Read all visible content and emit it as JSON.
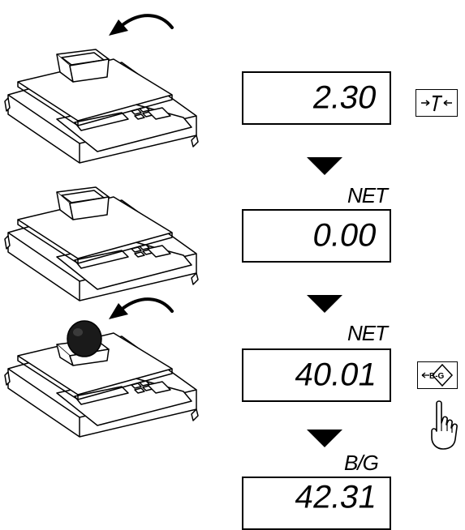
{
  "steps": [
    {
      "label": "",
      "value": "2.30",
      "key": "tare-key"
    },
    {
      "label": "NET",
      "value": "0.00",
      "key": ""
    },
    {
      "label": "NET",
      "value": "40.01",
      "key": "gross-net-key"
    },
    {
      "label": "B/G",
      "value": "42.31",
      "key": ""
    }
  ],
  "keys": {
    "tare": {
      "icon": "tare-key-icon"
    },
    "gross_net": {
      "icon": "gross-net-key-icon",
      "text": "B-G"
    }
  },
  "icons": [
    "curved-arrow-icon",
    "down-arrow-icon",
    "hand-press-icon",
    "weighing-scale-icon",
    "container-icon",
    "weight-ball-icon"
  ]
}
